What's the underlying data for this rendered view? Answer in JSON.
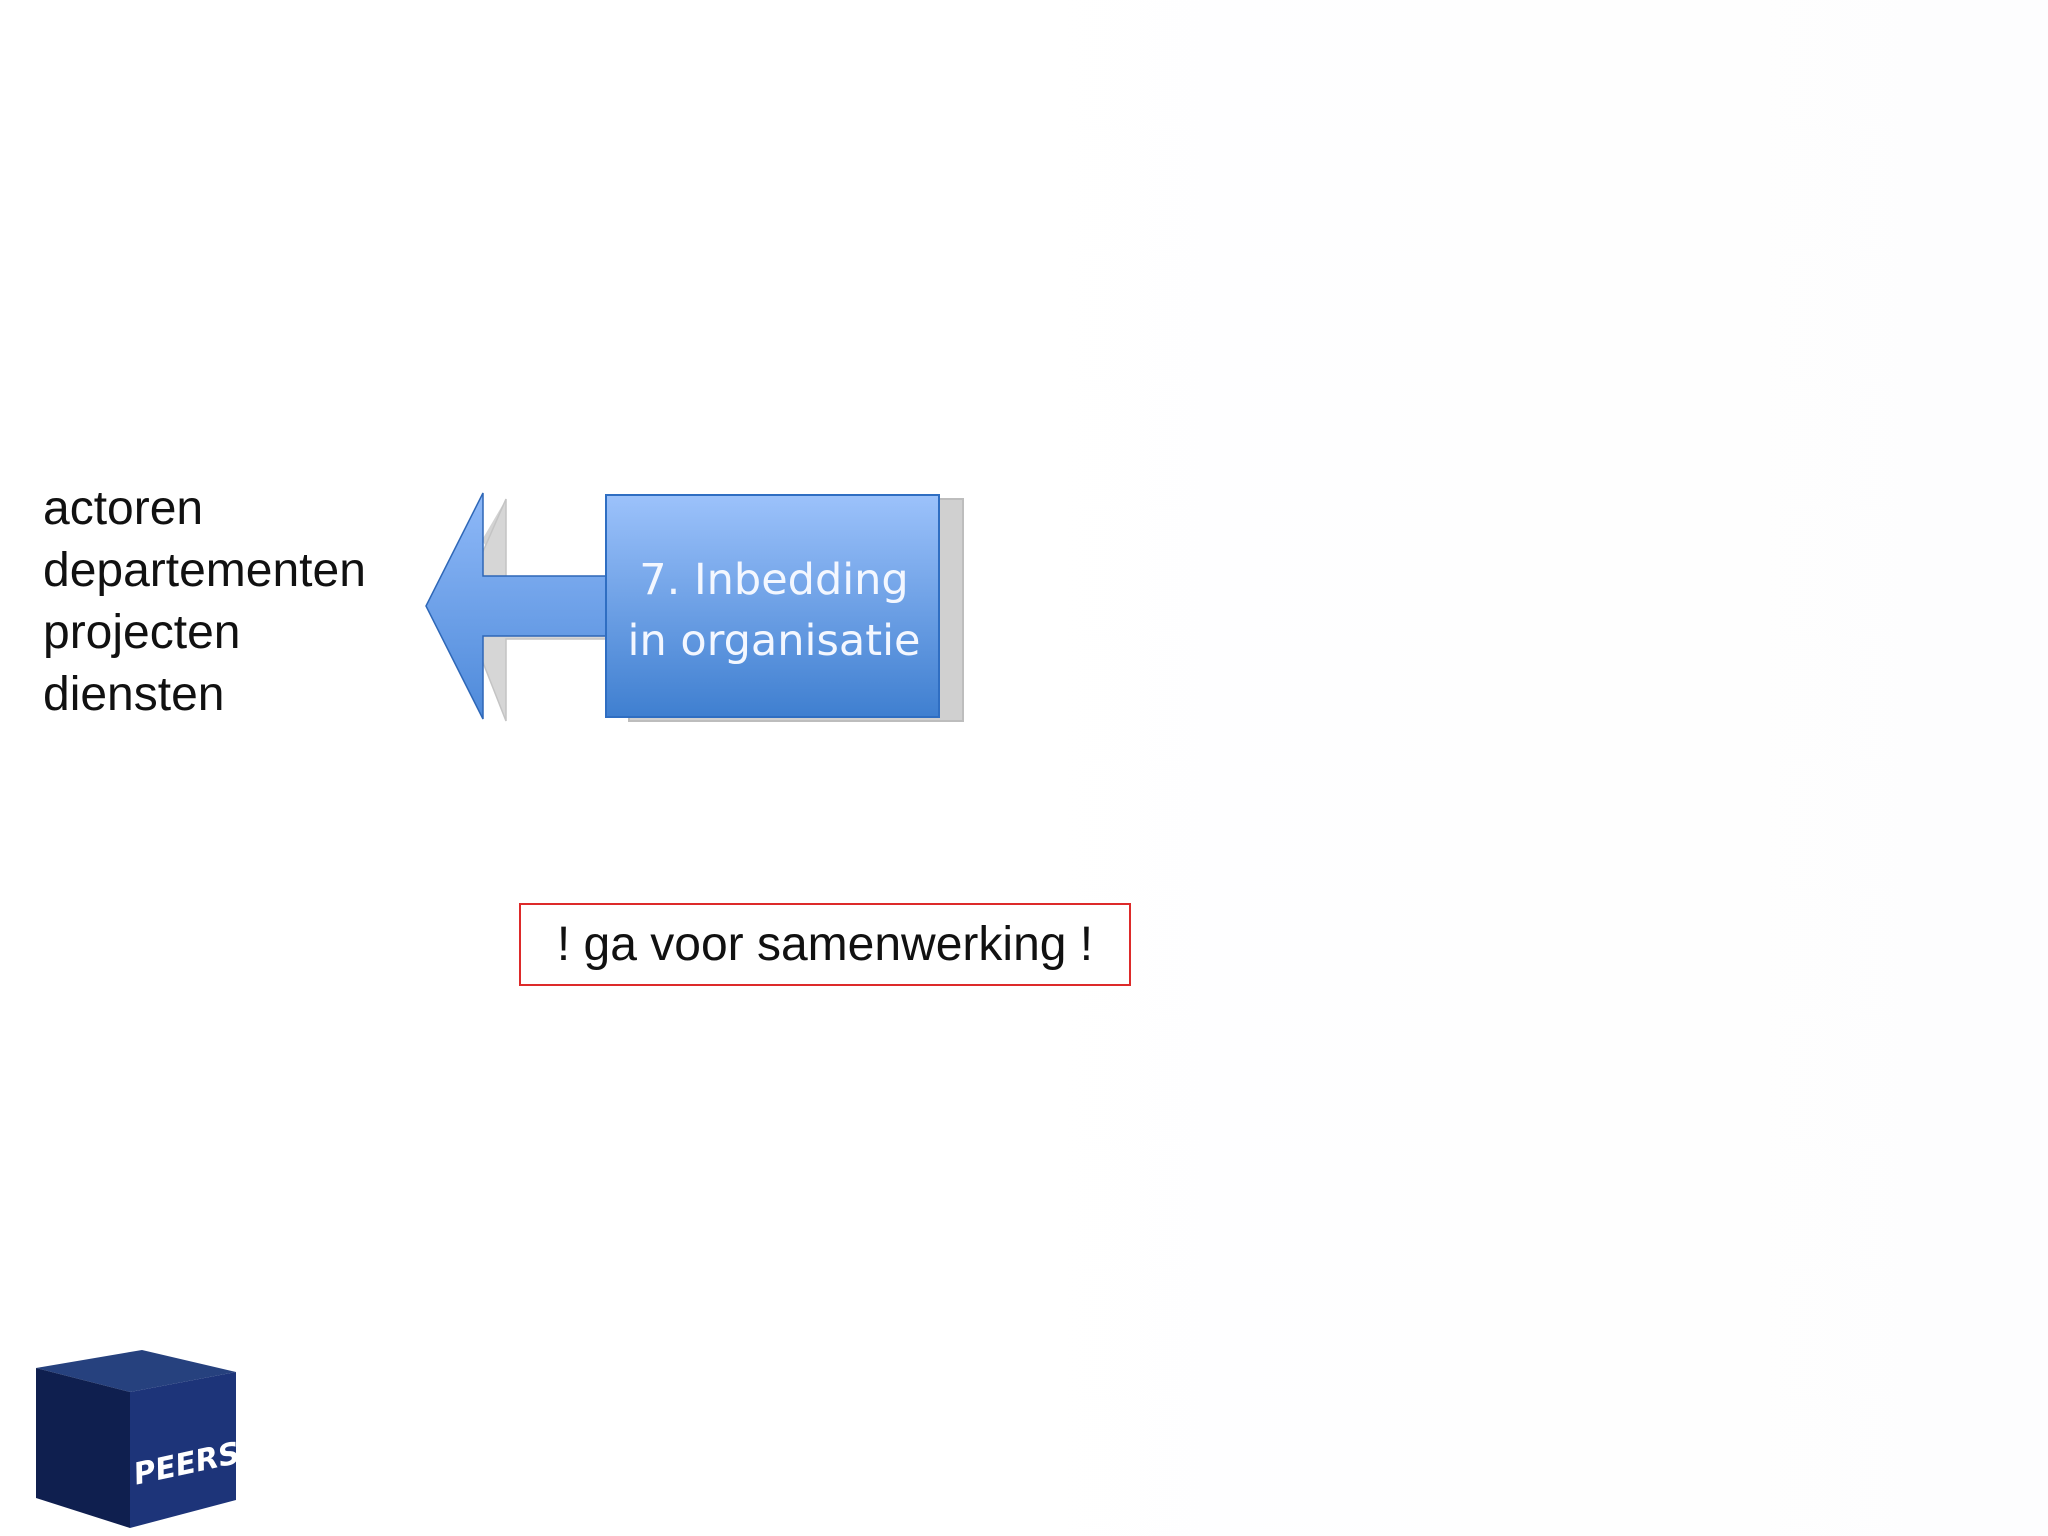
{
  "targets": {
    "items": [
      {
        "label": "actoren"
      },
      {
        "label": "departementen"
      },
      {
        "label": "projecten"
      },
      {
        "label": "diensten"
      }
    ]
  },
  "step": {
    "line1": "7. Inbedding",
    "line2": "in organisatie",
    "arrow_direction": "left",
    "fill_top": "#9cc2fb",
    "fill_bottom": "#3f7fd0"
  },
  "callout": {
    "text": "! ga voor samenwerking !",
    "border_color": "#dd2a2a"
  },
  "logo": {
    "text": "PEERS",
    "color": "#0f2466"
  }
}
